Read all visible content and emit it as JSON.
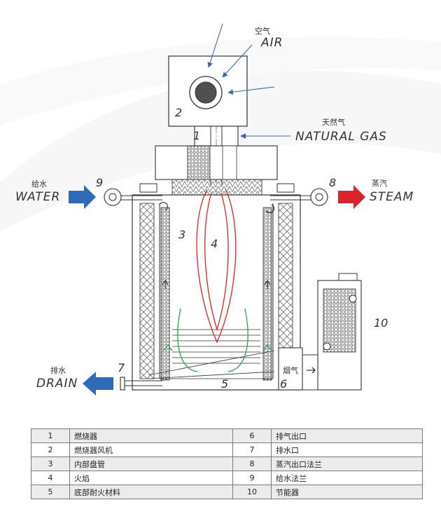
{
  "labels": {
    "air_zh": "空气",
    "air_en": "AIR",
    "gas_zh": "天然气",
    "gas_en": "NATURAL GAS",
    "water_zh": "给水",
    "water_en": "WATER",
    "steam_zh": "蒸汽",
    "steam_en": "STEAM",
    "drain_zh": "排水",
    "drain_en": "DRAIN",
    "flue_zh": "烟气"
  },
  "callouts": [
    "1",
    "2",
    "3",
    "4",
    "5",
    "6",
    "7",
    "8",
    "9",
    "10"
  ],
  "legend": {
    "rows": [
      {
        "left_no": "1",
        "left_name": "燃烧器",
        "right_no": "6",
        "right_name": "排气出口"
      },
      {
        "left_no": "2",
        "left_name": "燃烧器风机",
        "right_no": "7",
        "right_name": "排水口"
      },
      {
        "left_no": "3",
        "left_name": "内部盘管",
        "right_no": "8",
        "right_name": "蒸汽出口法兰"
      },
      {
        "left_no": "4",
        "left_name": "火焰",
        "right_no": "9",
        "right_name": "给水法兰"
      },
      {
        "left_no": "5",
        "left_name": "底部耐火材料",
        "right_no": "10",
        "right_name": "节能器"
      }
    ]
  },
  "colors": {
    "air_arrow": "#3a64b8",
    "water_arrow": "#2f6bb8",
    "steam_arrow": "#d9242a",
    "drain_arrow": "#2f6bb8",
    "flame_red": "#e02020",
    "flame_green": "#2aa84a",
    "line": "#333333"
  }
}
